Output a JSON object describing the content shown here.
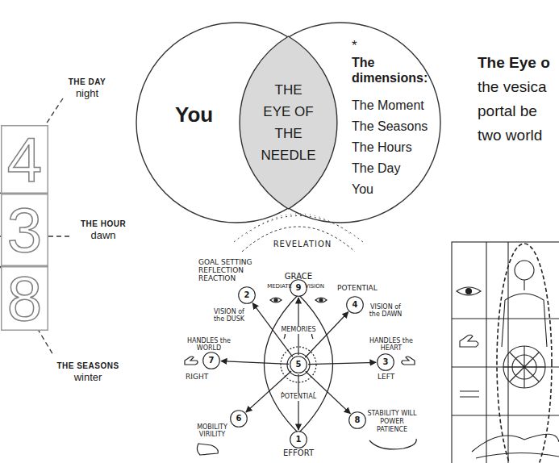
{
  "diagram": {
    "nodes": [
      {
        "text": [
          "You"
        ]
      },
      {
        "text": [
          "*",
          "The dimensions:",
          "The Moment",
          "The Seasons",
          "The Hours",
          "The Day",
          "You"
        ]
      },
      {
        "text": [
          "THE EYE OF THE NEEDLE"
        ]
      },
      {
        "text": [
          "4"
        ]
      },
      {
        "text": [
          "3"
        ]
      },
      {
        "text": [
          "8"
        ]
      },
      {
        "text": [
          "9"
        ]
      },
      {
        "text": [
          "2"
        ]
      },
      {
        "text": [
          "4"
        ]
      },
      {
        "text": [
          "7"
        ]
      },
      {
        "text": [
          "5"
        ]
      },
      {
        "text": [
          "3"
        ]
      },
      {
        "text": [
          "6"
        ]
      },
      {
        "text": [
          "8"
        ]
      },
      {
        "text": [
          "1"
        ]
      }
    ],
    "edges": [
      {
        "from": 10,
        "to": 6,
        "arrow": "to"
      },
      {
        "from": 10,
        "to": 7,
        "arrow": "to"
      },
      {
        "from": 10,
        "to": 8,
        "arrow": "to"
      },
      {
        "from": 10,
        "to": 9,
        "arrow": "to"
      },
      {
        "from": 10,
        "to": 11,
        "arrow": "to"
      },
      {
        "from": 10,
        "to": 12,
        "arrow": "to"
      },
      {
        "from": 10,
        "to": 13,
        "arrow": "to"
      },
      {
        "from": 10,
        "to": 14,
        "arrow": "to"
      }
    ],
    "labels": [
      "THE DAY",
      "night",
      "THE HOUR",
      "dawn",
      "THE SEASONS",
      "winter",
      "The Eye o",
      "the vesica",
      "portal be",
      "two world",
      "REVELATION",
      "GRACE",
      "MEDIATE",
      "VISION",
      "GOAL SETTING REFLECTION REACTION",
      "VISION of the DUSK",
      "POTENTIAL",
      "VISION of the DAWN",
      "HANDLES the WORLD",
      "RIGHT",
      "HANDLES the HEART",
      "LEFT",
      "MEMORIES",
      "POTENTIAL",
      "MOBILITY VIRILITY",
      "STABILITY WILL POWER PATIENCE",
      "EFFORT"
    ]
  }
}
